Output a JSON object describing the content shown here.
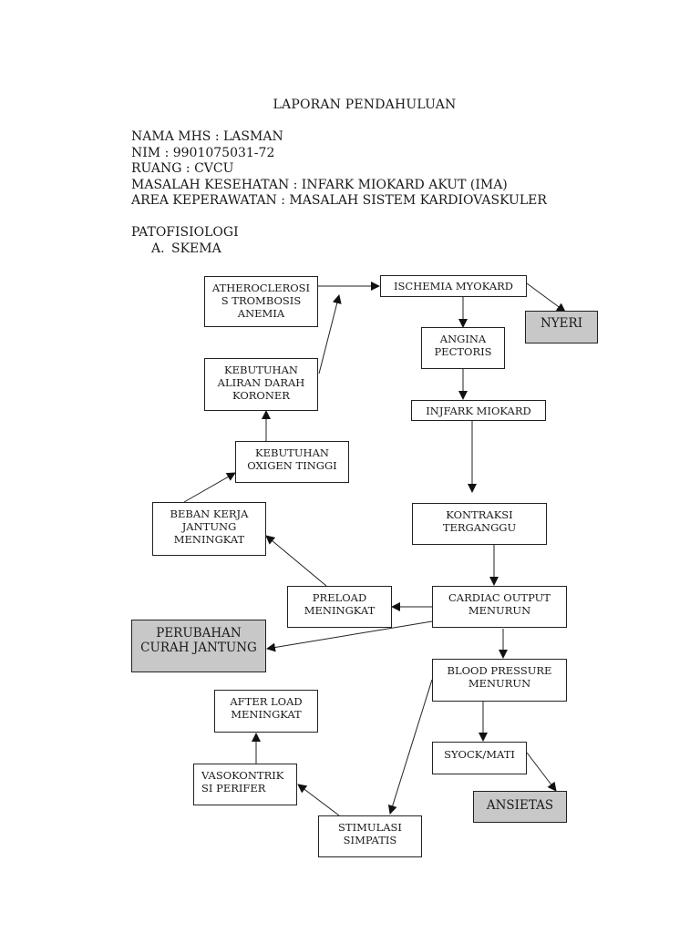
{
  "document": {
    "title": "LAPORAN PENDAHULUAN",
    "info": [
      "NAMA MHS : LASMAN",
      "NIM : 9901075031-72",
      "RUANG : CVCU",
      "MASALAH KESEHATAN : INFARK MIOKARD AKUT (IMA)",
      "AREA KEPERAWATAN : MASALAH SISTEM KARDIOVASKULER"
    ],
    "section_title": "PATOFISIOLOGI",
    "subsection_letter": "A.",
    "subsection_title": "SKEMA"
  },
  "diagram": {
    "atherosclerosis": "ATHEROCLEROSI\nS TROMBOSIS\nANEMIA",
    "ischemia": "ISCHEMIA MYOKARD",
    "nyeri": "NYERI",
    "angina": "ANGINA\nPECTORIS",
    "kebutuhan_aliran": "KEBUTUHAN\nALIRAN DARAH\nKORONER",
    "infark": "INJFARK MIOKARD",
    "kebutuhan_oxigen": "KEBUTUHAN\nOXIGEN TINGGI",
    "beban_kerja": "BEBAN KERJA\nJANTUNG\nMENINGKAT",
    "kontraksi": "KONTRAKSI\nTERGANGGU",
    "preload": "PRELOAD\nMENINGKAT",
    "cardiac_output": "CARDIAC OUTPUT\nMENURUN",
    "perubahan": "PERUBAHAN\nCURAH JANTUNG",
    "blood_pressure": "BLOOD PRESSURE\nMENURUN",
    "after_load": "AFTER LOAD\nMENINGKAT",
    "syock": "SYOCK/MATI",
    "vasokontriksi": "VASOKONTRIK\nSI PERIFER",
    "ansietas": "ANSIETAS",
    "stimulasi": "STIMULASI\nSIMPATIS"
  }
}
